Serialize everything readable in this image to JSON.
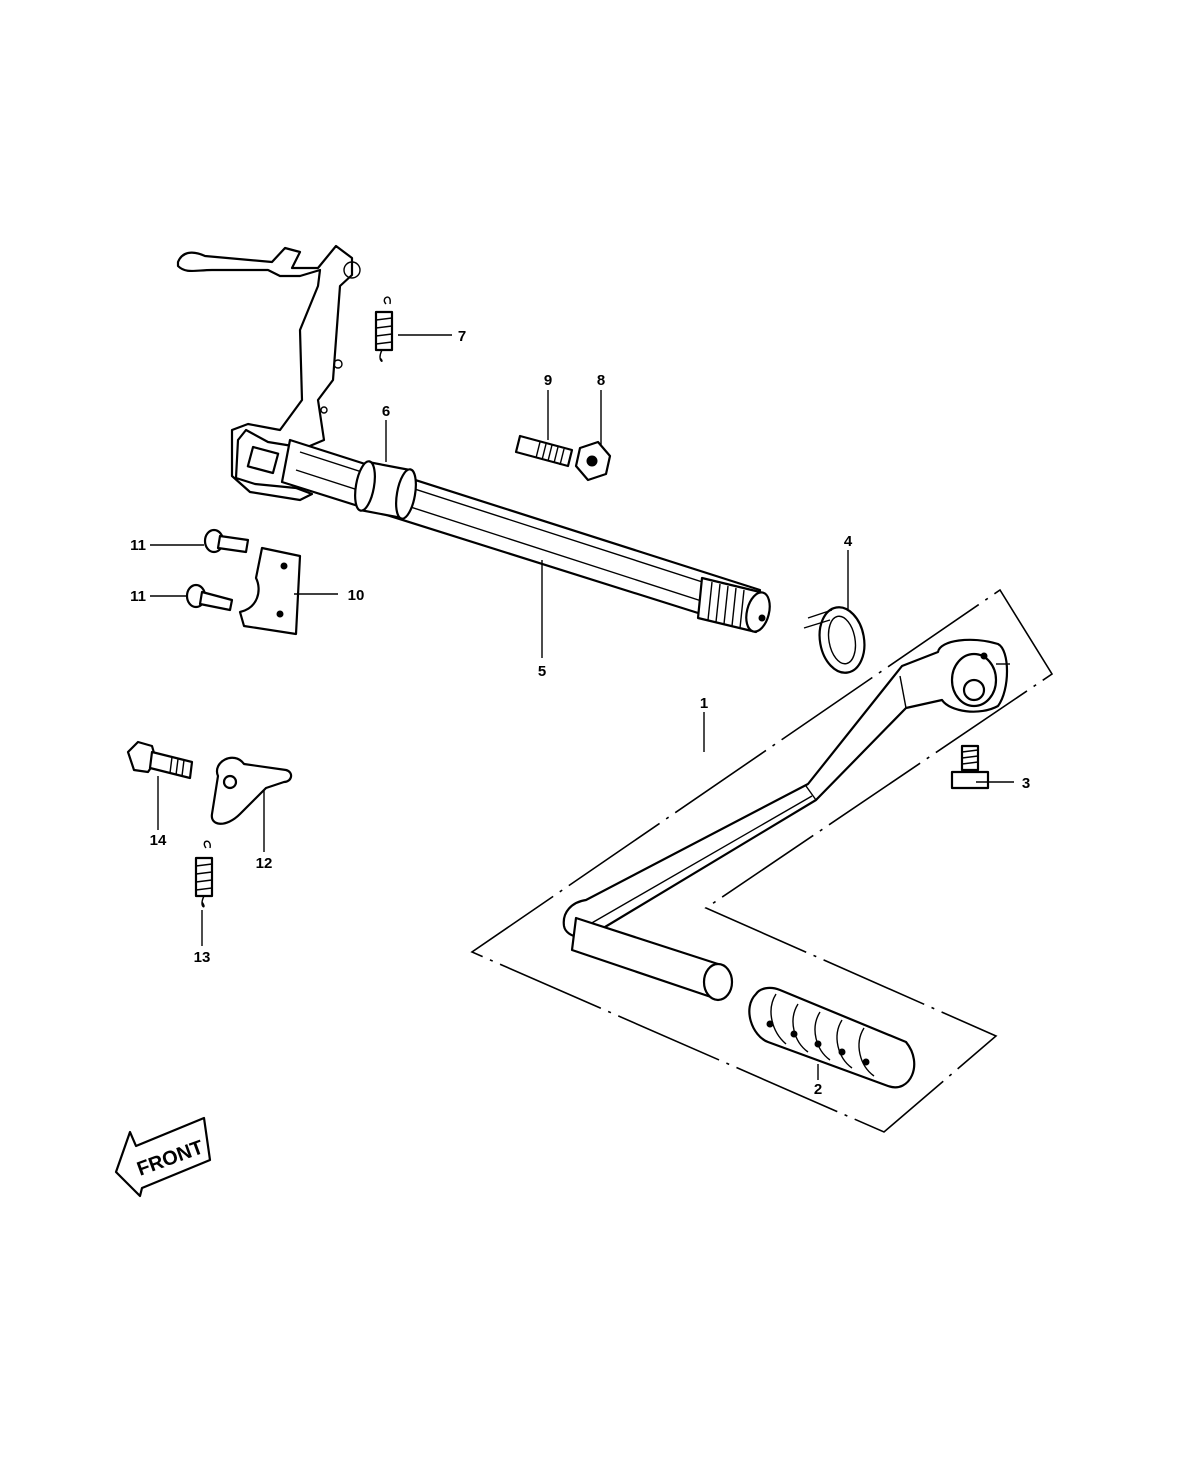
{
  "diagram": {
    "callouts": [
      {
        "id": "1",
        "label": "1"
      },
      {
        "id": "2",
        "label": "2"
      },
      {
        "id": "3",
        "label": "3"
      },
      {
        "id": "4",
        "label": "4"
      },
      {
        "id": "5",
        "label": "5"
      },
      {
        "id": "6",
        "label": "6"
      },
      {
        "id": "7",
        "label": "7"
      },
      {
        "id": "8",
        "label": "8"
      },
      {
        "id": "9",
        "label": "9"
      },
      {
        "id": "10",
        "label": "10"
      },
      {
        "id": "11a",
        "label": "11"
      },
      {
        "id": "11b",
        "label": "11"
      },
      {
        "id": "12",
        "label": "12"
      },
      {
        "id": "13",
        "label": "13"
      },
      {
        "id": "14",
        "label": "14"
      }
    ],
    "front_arrow": {
      "label": "FRONT",
      "icon": "front-arrow-icon"
    }
  }
}
